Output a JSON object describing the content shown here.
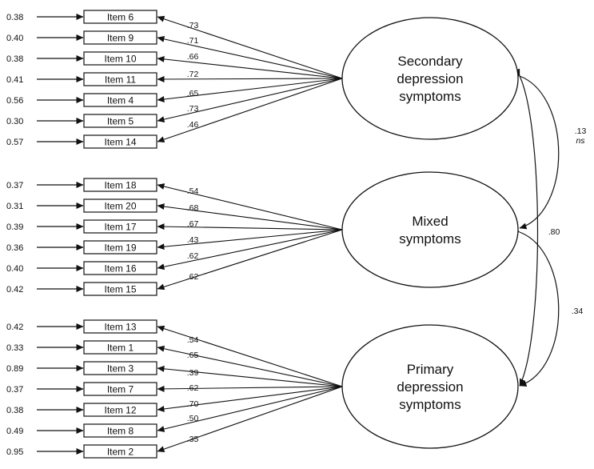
{
  "factors": [
    {
      "id": "secondary",
      "lines": [
        "Secondary",
        "depression",
        "symptoms"
      ]
    },
    {
      "id": "mixed",
      "lines": [
        "Mixed",
        "symptoms"
      ]
    },
    {
      "id": "primary",
      "lines": [
        "Primary",
        "depression",
        "symptoms"
      ]
    }
  ],
  "items": [
    {
      "label": "Item 6",
      "error": "0.38",
      "loading": ".73",
      "factor": "secondary"
    },
    {
      "label": "Item 9",
      "error": "0.40",
      "loading": ".71",
      "factor": "secondary"
    },
    {
      "label": "Item 10",
      "error": "0.38",
      "loading": ".66",
      "factor": "secondary"
    },
    {
      "label": "Item 11",
      "error": "0.41",
      "loading": ".72",
      "factor": "secondary"
    },
    {
      "label": "Item 4",
      "error": "0.56",
      "loading": ".65",
      "factor": "secondary"
    },
    {
      "label": "Item 5",
      "error": "0.30",
      "loading": ".73",
      "factor": "secondary"
    },
    {
      "label": "Item 14",
      "error": "0.57",
      "loading": ".46",
      "factor": "secondary"
    },
    {
      "label": "Item 18",
      "error": "0.37",
      "loading": ".54",
      "factor": "mixed"
    },
    {
      "label": "Item 20",
      "error": "0.31",
      "loading": ".68",
      "factor": "mixed"
    },
    {
      "label": "Item 17",
      "error": "0.39",
      "loading": ".67",
      "factor": "mixed"
    },
    {
      "label": "Item 19",
      "error": "0.36",
      "loading": ".43",
      "factor": "mixed"
    },
    {
      "label": "Item 16",
      "error": "0.40",
      "loading": ".62",
      "factor": "mixed"
    },
    {
      "label": "Item 15",
      "error": "0.42",
      "loading": ".62",
      "factor": "mixed"
    },
    {
      "label": "Item 13",
      "error": "0.42",
      "loading": ".54",
      "factor": "primary"
    },
    {
      "label": "Item 1",
      "error": "0.33",
      "loading": ".65",
      "factor": "primary"
    },
    {
      "label": "Item 3",
      "error": "0.89",
      "loading": ".39",
      "factor": "primary"
    },
    {
      "label": "Item 7",
      "error": "0.37",
      "loading": ".62",
      "factor": "primary"
    },
    {
      "label": "Item 12",
      "error": "0.38",
      "loading": ".70",
      "factor": "primary"
    },
    {
      "label": "Item 8",
      "error": "0.49",
      "loading": ".50",
      "factor": "primary"
    },
    {
      "label": "Item 2",
      "error": "0.95",
      "loading": ".35",
      "factor": "primary"
    }
  ],
  "correlations": [
    {
      "from": "secondary",
      "to": "mixed",
      "value": ".13",
      "note": "ns"
    },
    {
      "from": "mixed",
      "to": "primary",
      "value": ".34",
      "note": ""
    },
    {
      "from": "secondary",
      "to": "primary",
      "value": ".80",
      "note": ""
    }
  ]
}
